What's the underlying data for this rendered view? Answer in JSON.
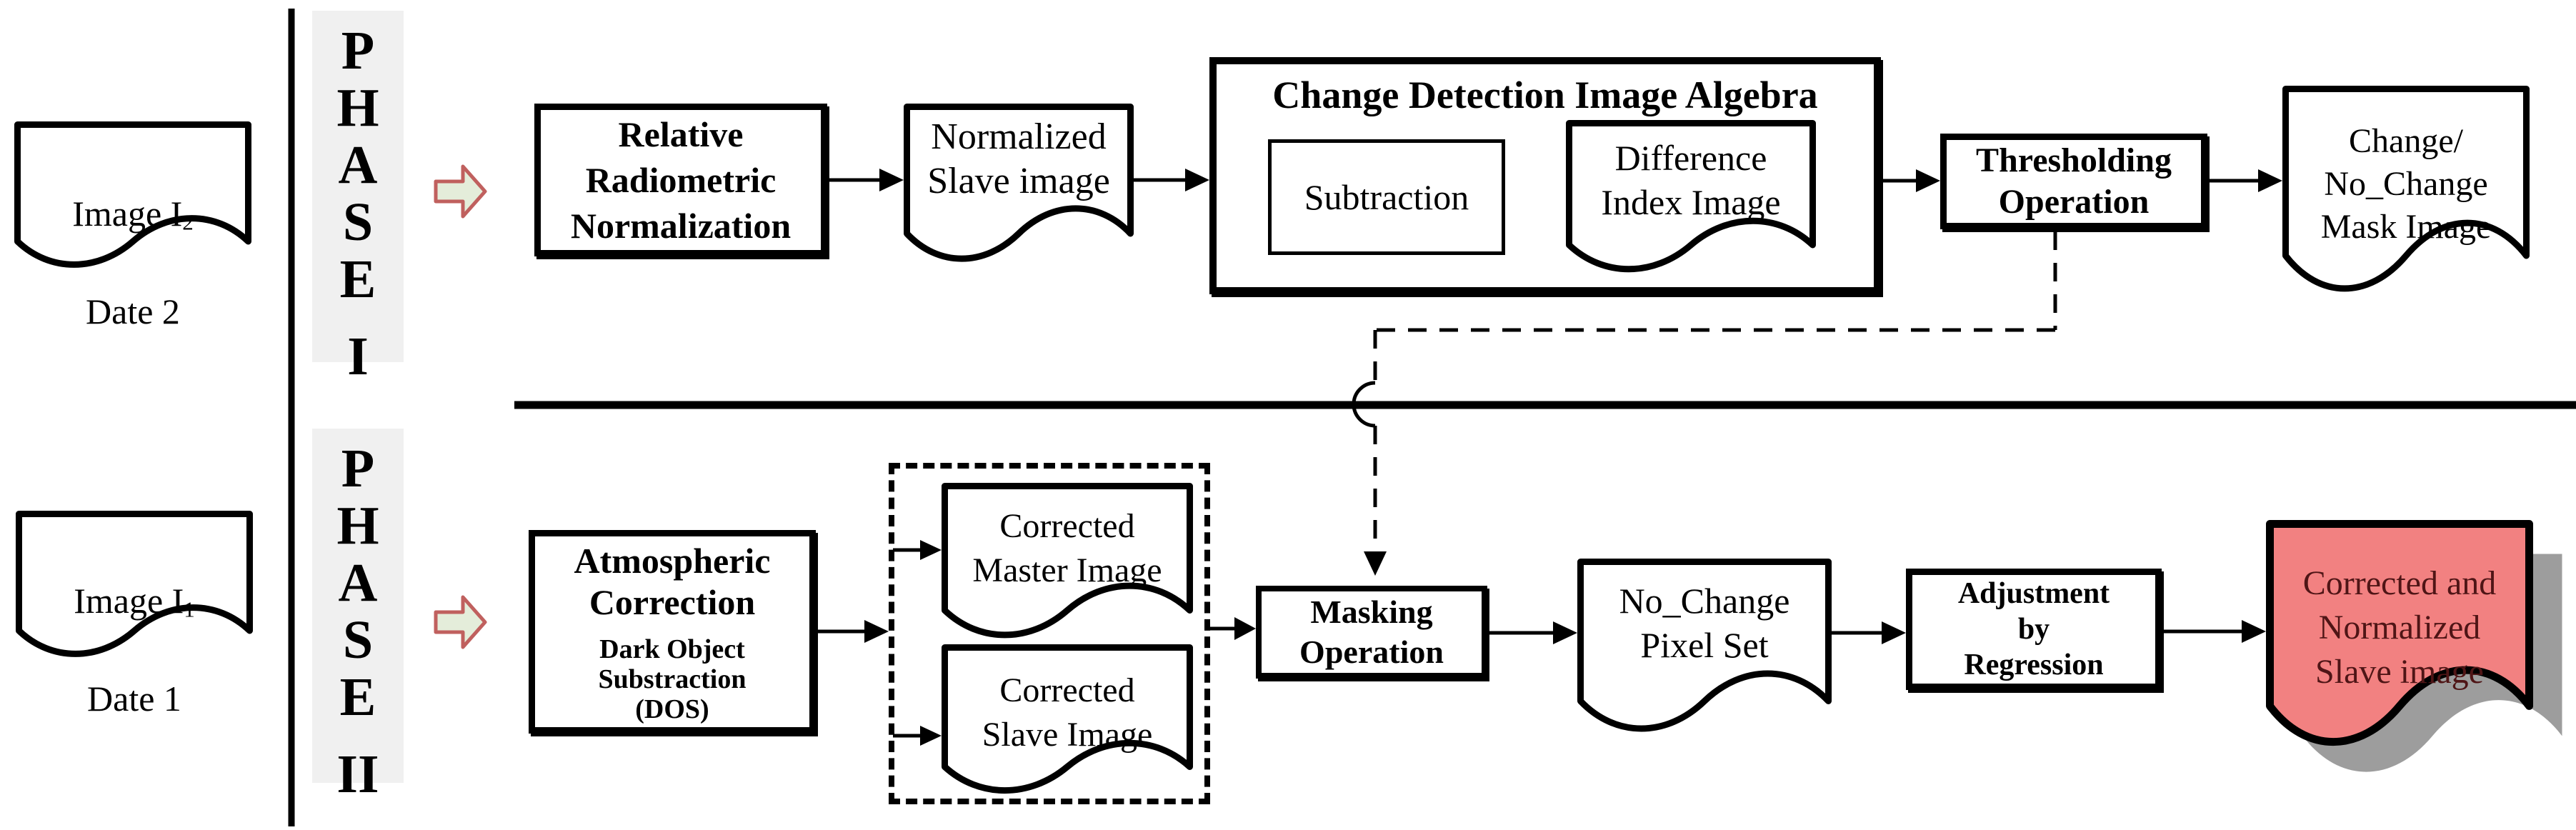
{
  "colors": {
    "canvas_bg": "#ffffff",
    "node_bg": "#ffffff",
    "line": "#000000",
    "phase_bg": "#f0f0f0",
    "icon_fill": "#e4edda",
    "icon_stroke": "#c0605e",
    "output_fill": "#f28181",
    "output_text": "#4f1516",
    "output_shadow": "#9d9d9d"
  },
  "phase1": {
    "letters": [
      "P",
      "H",
      "A",
      "S",
      "E"
    ],
    "numeral": "I"
  },
  "phase2": {
    "letters": [
      "P",
      "H",
      "A",
      "S",
      "E"
    ],
    "numeral": "II"
  },
  "source_images": {
    "image2": {
      "name_main": "Image I",
      "name_sub": "2",
      "date": "Date 2"
    },
    "image1": {
      "name_main": "Image I",
      "name_sub": "1",
      "date": "Date 1"
    }
  },
  "phase1_nodes": {
    "relative_radiometric_normalization": {
      "lines": [
        "Relative",
        "Radiometric",
        "Normalization"
      ]
    },
    "normalized_slave_image": {
      "lines": [
        "Normalized",
        "Slave image"
      ]
    },
    "change_detection_container": {
      "title": "Change Detection Image Algebra"
    },
    "subtraction": {
      "label": "Subtraction"
    },
    "difference_index_image": {
      "lines": [
        "Difference",
        "Index Image"
      ]
    },
    "thresholding_operation": {
      "lines": [
        "Thresholding",
        "Operation"
      ]
    },
    "change_no_change_mask": {
      "lines": [
        "Change/",
        "No_Change",
        "Mask Image"
      ]
    }
  },
  "phase2_nodes": {
    "atmospheric_correction": {
      "title_lines": [
        "Atmospheric",
        "Correction"
      ],
      "method_lines": [
        "Dark Object",
        "Substraction",
        "(DOS)"
      ]
    },
    "corrected_master_image": {
      "lines": [
        "Corrected",
        "Master Image"
      ]
    },
    "corrected_slave_image": {
      "lines": [
        "Corrected",
        "Slave Image"
      ]
    },
    "masking_operation": {
      "lines": [
        "Masking",
        "Operation"
      ]
    },
    "no_change_pixel_set": {
      "lines": [
        "No_Change",
        "Pixel Set"
      ]
    },
    "adjustment_by_regression": {
      "lines": [
        "Adjustment",
        "by",
        "Regression"
      ]
    },
    "corrected_normalized_output": {
      "lines": [
        "Corrected and",
        "Normalized",
        "Slave image"
      ]
    }
  }
}
